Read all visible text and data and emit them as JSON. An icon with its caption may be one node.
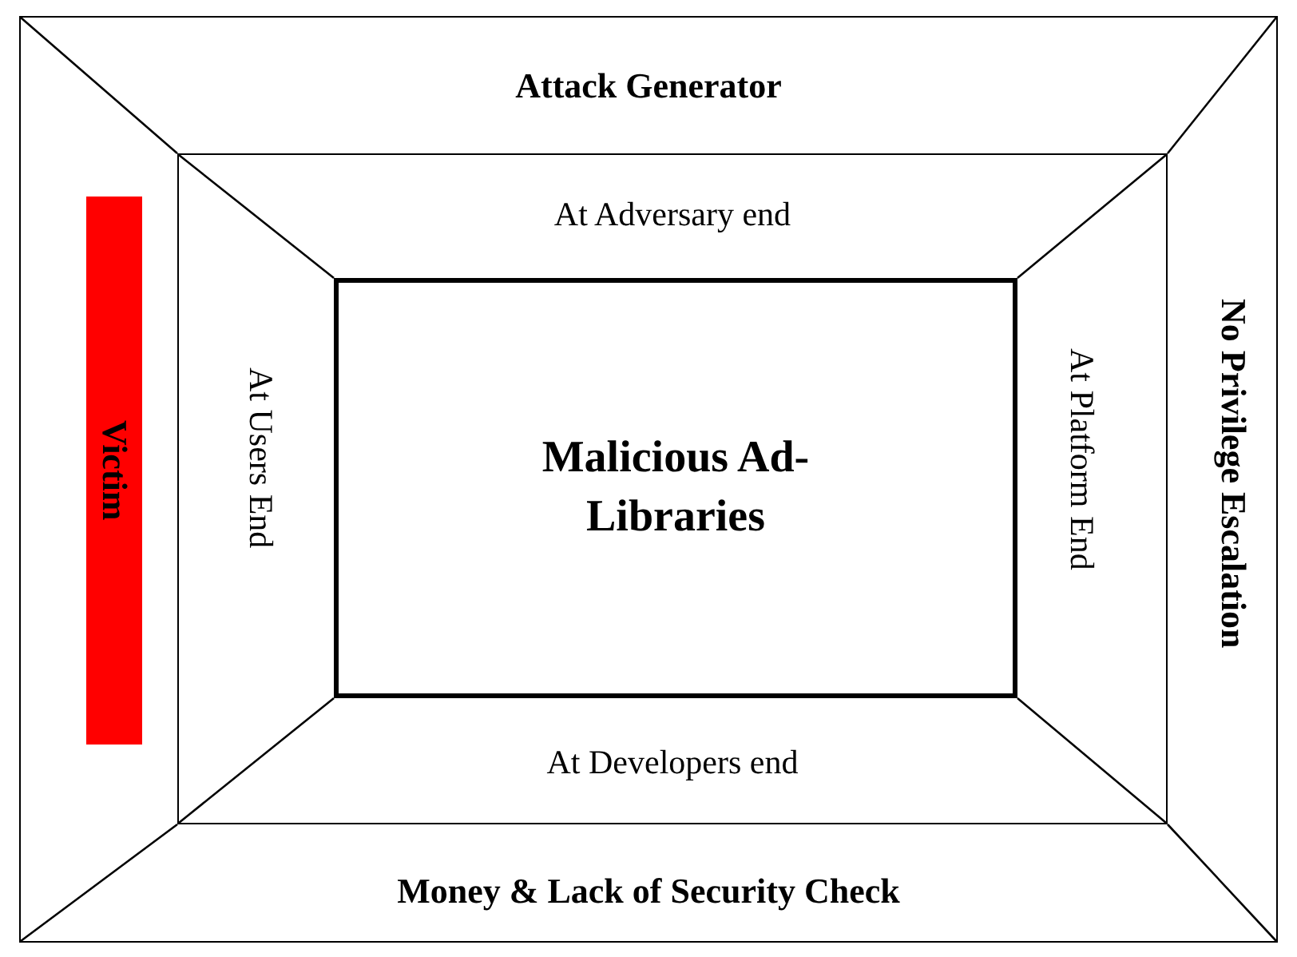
{
  "diagram": {
    "nodes": [
      {
        "text": [],
        "shape": "box"
      },
      {
        "text": [
          "Attack Generator"
        ],
        "in": 0
      },
      {
        "text": [
          "Victim"
        ],
        "in": 0
      },
      {
        "text": [
          "No Privilege Escalation"
        ],
        "in": 0
      },
      {
        "text": [
          "Money & Lack of Security Check"
        ],
        "in": 0
      },
      {
        "text": [],
        "shape": "box",
        "in": 0
      },
      {
        "text": [
          "At Adversary end"
        ],
        "in": 5
      },
      {
        "text": [
          "At Users End"
        ],
        "in": 5
      },
      {
        "text": [
          "At Platform End"
        ],
        "in": 5
      },
      {
        "text": [
          "At Developers end"
        ],
        "in": 5
      },
      {
        "text": [
          "Malicious Ad-Libraries"
        ],
        "in": 5
      }
    ],
    "edges": []
  }
}
